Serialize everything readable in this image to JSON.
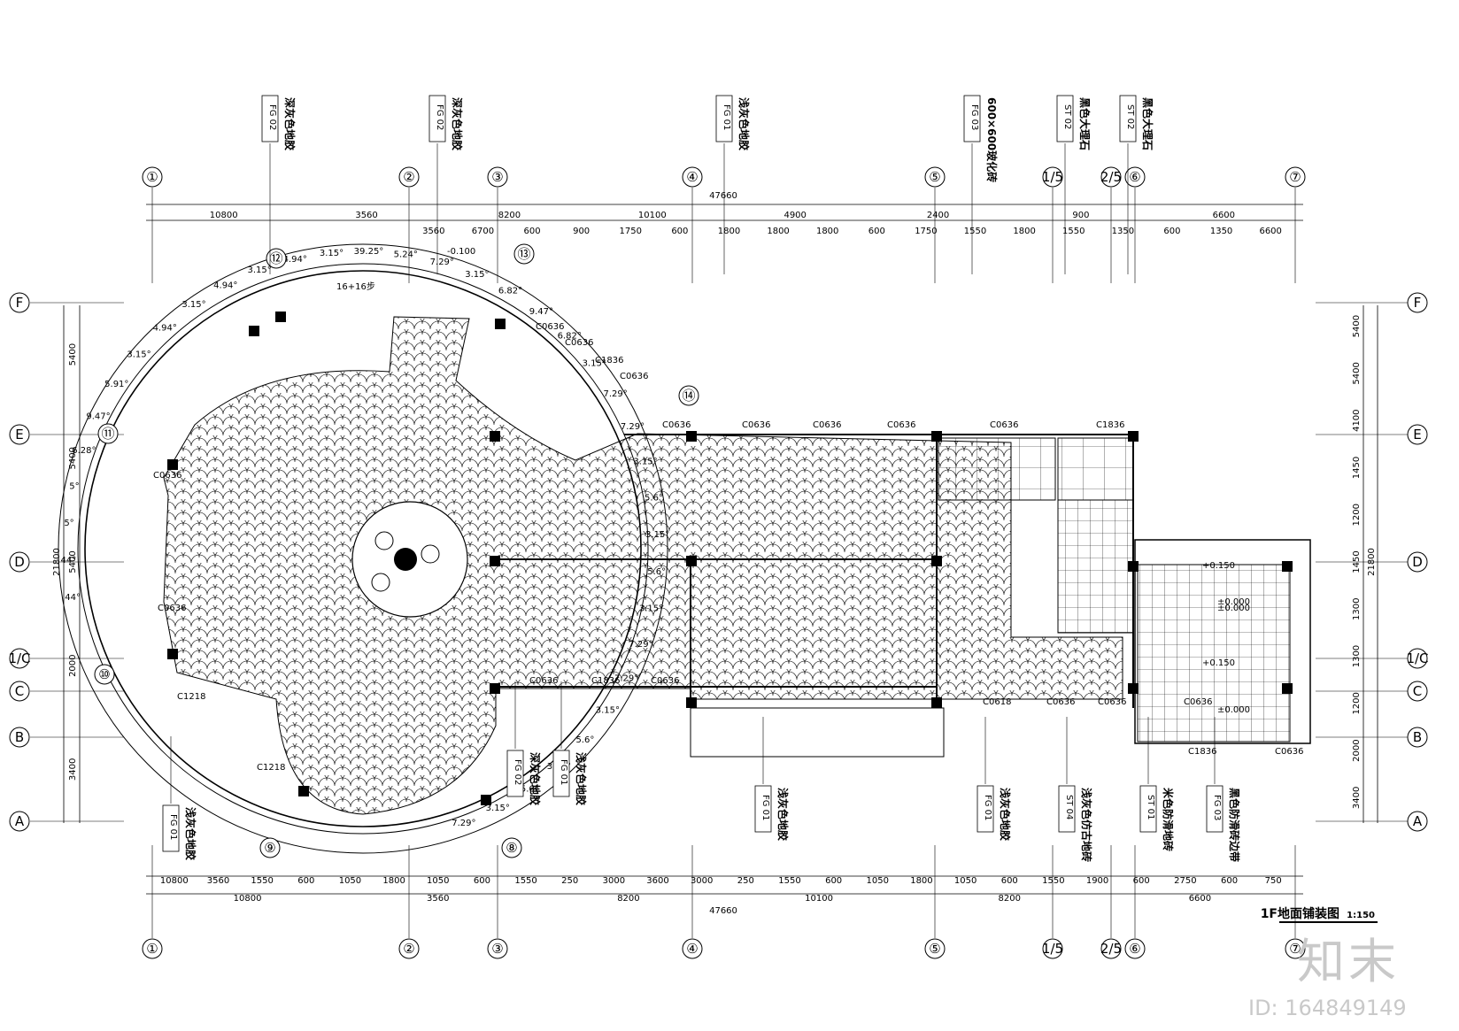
{
  "drawing": {
    "title": "1F地面铺装图",
    "scale": "1:150",
    "total_dimension": "47660",
    "top_dims_row1": [
      "10800",
      "3560",
      "8200",
      "10100",
      "4900",
      "2400",
      "900",
      "6600"
    ],
    "top_dims_row2": [
      "3560",
      "6700",
      "600",
      "900",
      "1750",
      "600",
      "1800",
      "1800",
      "1800",
      "600",
      "1750",
      "1550",
      "1800",
      "1550",
      "1350",
      "600",
      "1350",
      "6600"
    ],
    "bottom_dims_row1": [
      "10800",
      "3560",
      "1550",
      "600",
      "1050",
      "1800",
      "1050",
      "600",
      "1550",
      "250",
      "3000",
      "3600",
      "3000",
      "250",
      "1550",
      "600",
      "1050",
      "1800",
      "1050",
      "600",
      "1550",
      "1900",
      "600",
      "2750",
      "600",
      "750"
    ],
    "bottom_dims_row2": [
      "10800",
      "3560",
      "8200",
      "10100",
      "8200",
      "6600"
    ],
    "left_dims_outer": "21800",
    "left_dims": [
      "5400",
      "5400",
      "5400",
      "2000",
      "3400"
    ],
    "right_dims_outer": "21800",
    "right_dims": [
      "5400",
      "5400",
      "4100",
      "1450",
      "1200",
      "1450",
      "1300",
      "1300",
      "1200",
      "2000",
      "3400"
    ],
    "elevation_labels": [
      "-0.100",
      "±0.000",
      "+0.150",
      "±0.000",
      "+0.150",
      "±0.000"
    ],
    "stair_label": "16+16步",
    "door_window_tags": [
      "C0636",
      "C0636",
      "C0636",
      "C0636",
      "C0636",
      "C1836",
      "C0636",
      "C1836",
      "C0636",
      "C0618",
      "C0636",
      "C0636",
      "C0636",
      "C0636",
      "C1836",
      "C0636",
      "C0636",
      "C1836",
      "C0636",
      "C0636",
      "C0636",
      "C1218",
      "C1218"
    ],
    "arc_dims": [
      "44°",
      "44°",
      "5°",
      "5°",
      "6.28°",
      "9.47°",
      "5.91°",
      "3.15°",
      "4.94°",
      "3.15°",
      "4.94°",
      "3.15°",
      "4.94°",
      "3.15°",
      "39.25°",
      "5.24°",
      "7.29°",
      "3.15°",
      "6.82°",
      "9.47°",
      "6.82°",
      "3.15°",
      "7.29°",
      "7.29°",
      "3.15°",
      "5.6°",
      "3.15°",
      "5.6°",
      "3.15°",
      "7.29°",
      "7.29°",
      "3.15°",
      "5.6°",
      "3.15°",
      "5.6°",
      "3.15°",
      "7.29°"
    ]
  },
  "grid_columns": [
    "①",
    "②",
    "③",
    "④",
    "⑤",
    "1/5",
    "2/5",
    "⑥",
    "⑦"
  ],
  "grid_rows": [
    "F",
    "E",
    "D",
    "1/C",
    "C",
    "B",
    "A"
  ],
  "curve_axes": [
    "⑧",
    "⑨",
    "⑩",
    "⑪",
    "⑫",
    "⑬",
    "⑭"
  ],
  "material_tags": [
    {
      "code": "FG",
      "num": "02",
      "text": "深灰色地胶"
    },
    {
      "code": "FG",
      "num": "02",
      "text": "深灰色地胶"
    },
    {
      "code": "FG",
      "num": "01",
      "text": "浅灰色地胶"
    },
    {
      "code": "FG",
      "num": "03",
      "text": "600×600玻化砖"
    },
    {
      "code": "ST",
      "num": "02",
      "text": "黑色大理石"
    },
    {
      "code": "ST",
      "num": "02",
      "text": "黑色大理石"
    },
    {
      "code": "FG",
      "num": "01",
      "text": "浅灰色地胶"
    },
    {
      "code": "FG",
      "num": "02",
      "text": "深灰色地胶"
    },
    {
      "code": "FG",
      "num": "01",
      "text": "浅灰色地胶"
    },
    {
      "code": "FG",
      "num": "01",
      "text": "浅灰色地胶"
    },
    {
      "code": "FG",
      "num": "01",
      "text": "浅灰色地胶"
    },
    {
      "code": "ST",
      "num": "04",
      "text": "浅灰色仿古地砖"
    },
    {
      "code": "ST",
      "num": "01",
      "text": "米色防滑地砖"
    },
    {
      "code": "FG",
      "num": "03",
      "text": "黑色防滑砖边带"
    }
  ],
  "watermark": {
    "logo": "知末",
    "id": "ID: 164849149"
  }
}
